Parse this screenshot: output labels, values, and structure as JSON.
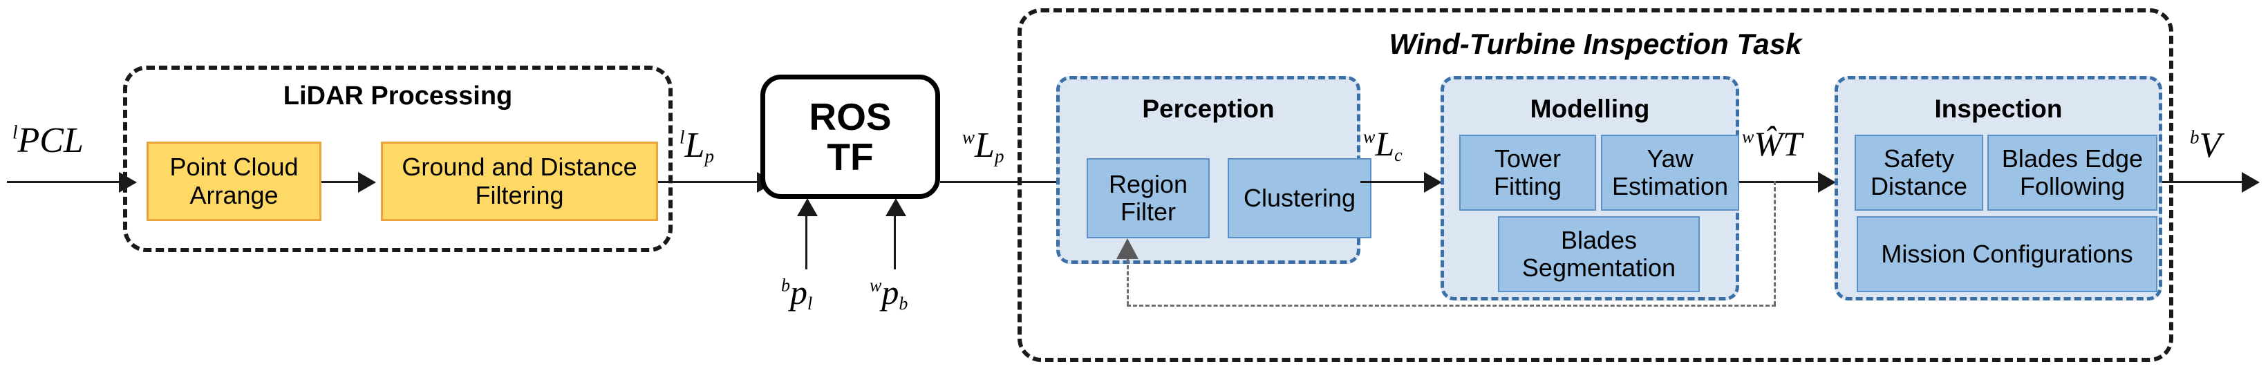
{
  "diagram": {
    "title": "Wind-Turbine Inspection Task",
    "colors": {
      "yellow_fill": "#ffd966",
      "yellow_border": "#e8a33d",
      "blue_fill": "#9cc3e5",
      "blue_border": "#5b8fc7",
      "group_fill": "#dce6f2",
      "group_border": "#3b6fa8",
      "outline": "#1a1a1a",
      "feedback": "#6e6e6e"
    }
  },
  "signals": {
    "input_pcl": {
      "pre": "l",
      "main": "PCL",
      "sub": ""
    },
    "lidar_out": {
      "pre": "l",
      "main": "L",
      "sub": "p"
    },
    "tf_out": {
      "pre": "w",
      "main": "L",
      "sub": "p"
    },
    "perception_out": {
      "pre": "w",
      "main": "L",
      "sub": "c"
    },
    "modelling_out": {
      "pre": "w",
      "main": "ŴT",
      "sub": ""
    },
    "inspection_out": {
      "pre": "b",
      "main": "V",
      "sub": ""
    },
    "tf_in_left": {
      "pre": "b",
      "main": "p",
      "sub": "l"
    },
    "tf_in_right": {
      "pre": "w",
      "main": "p",
      "sub": "b"
    }
  },
  "lidar_processing": {
    "title": "LiDAR Processing",
    "blocks": [
      {
        "label": "Point Cloud\nArrange",
        "line1": "Point Cloud",
        "line2": "Arrange"
      },
      {
        "label": "Ground and Distance\nFiltering",
        "line1": "Ground and Distance",
        "line2": "Filtering"
      }
    ]
  },
  "ros_tf": {
    "line1": "ROS",
    "line2": "TF"
  },
  "task": {
    "groups": [
      {
        "name": "perception",
        "title": "Perception",
        "blocks": [
          {
            "line1": "Region",
            "line2": "Filter"
          },
          {
            "line1": "Clustering",
            "line2": ""
          }
        ]
      },
      {
        "name": "modelling",
        "title": "Modelling",
        "blocks": [
          {
            "line1": "Tower",
            "line2": "Fitting"
          },
          {
            "line1": "Yaw",
            "line2": "Estimation"
          },
          {
            "line1": "Blades",
            "line2": "Segmentation"
          }
        ]
      },
      {
        "name": "inspection",
        "title": "Inspection",
        "blocks": [
          {
            "line1": "Safety",
            "line2": "Distance"
          },
          {
            "line1": "Blades Edge",
            "line2": "Following"
          },
          {
            "line1": "Mission Configurations",
            "line2": ""
          }
        ]
      }
    ]
  }
}
